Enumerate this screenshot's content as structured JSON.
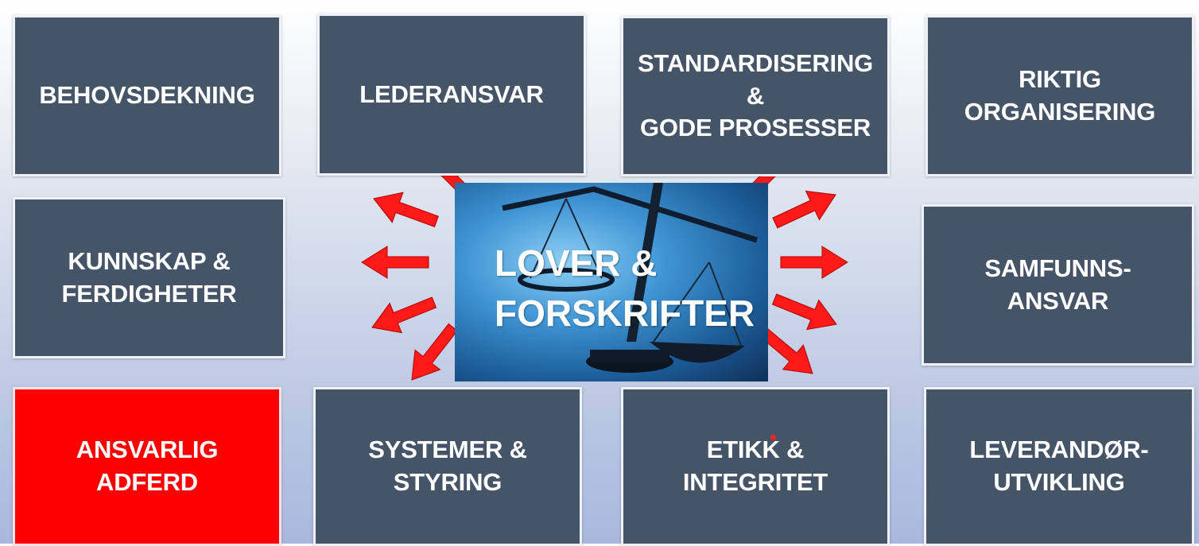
{
  "center": {
    "lines": [
      "LOVER &",
      "FORSKRIFTER"
    ]
  },
  "tiles": {
    "behovsdekning": [
      "BEHOVSDEKNING"
    ],
    "lederansvar": [
      "LEDERANSVAR"
    ],
    "standardisering": [
      "STANDARDISERING",
      "&",
      "GODE PROSESSER"
    ],
    "riktig_organisering": [
      "RIKTIG",
      "ORGANISERING"
    ],
    "kunnskap": [
      "KUNNSKAP &",
      "FERDIGHETER"
    ],
    "samfunnsansvar": [
      "SAMFUNNS-",
      "ANSVAR"
    ],
    "ansvarlig_adferd": [
      "ANSVARLIG",
      "ADFERD"
    ],
    "systemer": [
      "SYSTEMER &",
      "STYRING"
    ],
    "etikk": [
      "ETIKK &",
      "INTEGRITET"
    ],
    "leverandor": [
      "LEVERANDØR-",
      "UTVIKLING"
    ]
  },
  "colors": {
    "tile": "#465468",
    "highlight_tile": "#ff0000",
    "arrow": "#ff1a1a",
    "tile_border": "#eef1f6"
  },
  "icons": {
    "center_image": "scales-of-justice-icon",
    "arrows": "red-arrow-icon"
  }
}
